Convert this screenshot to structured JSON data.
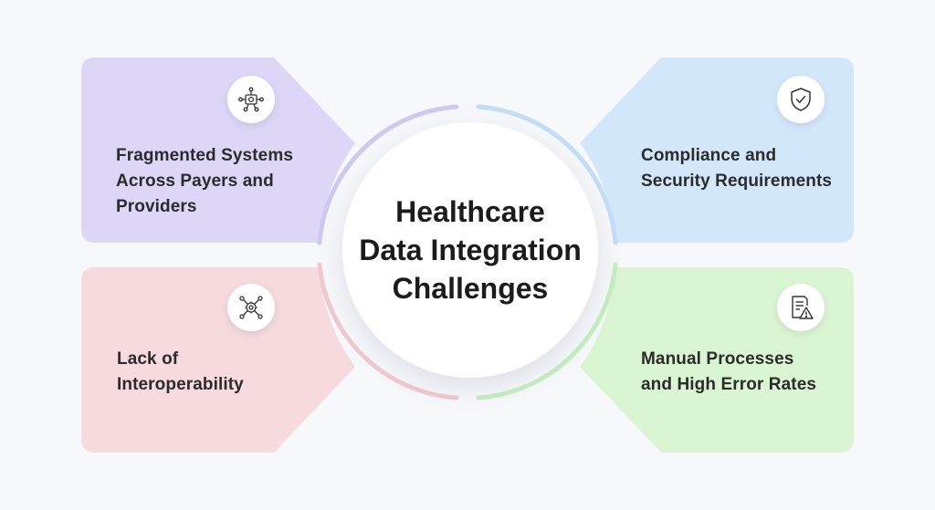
{
  "center": {
    "title_lines": [
      "Healthcare",
      "Data Integration",
      "Challenges"
    ]
  },
  "cards": [
    {
      "id": "top-left",
      "lines": [
        "Fragmented Systems",
        "Across Payers and",
        "Providers"
      ],
      "icon": "network-hub-icon",
      "color": "#ddd6f7"
    },
    {
      "id": "top-right",
      "lines": [
        "Compliance and",
        "Security Requirements"
      ],
      "icon": "shield-check-icon",
      "color": "#d3e7fb"
    },
    {
      "id": "bottom-left",
      "lines": [
        "Lack of",
        "Interoperability"
      ],
      "icon": "gear-network-icon",
      "color": "#f6dade"
    },
    {
      "id": "bottom-right",
      "lines": [
        "Manual Processes",
        "and High Error Rates"
      ],
      "icon": "document-warning-icon",
      "color": "#daf5d2"
    }
  ],
  "colors": {
    "background": "#f7f8fb",
    "ring_top_left": "#cfc8f0",
    "ring_top_right": "#c4def7",
    "ring_bottom_left": "#f1c9cf",
    "ring_bottom_right": "#c6efbf"
  }
}
